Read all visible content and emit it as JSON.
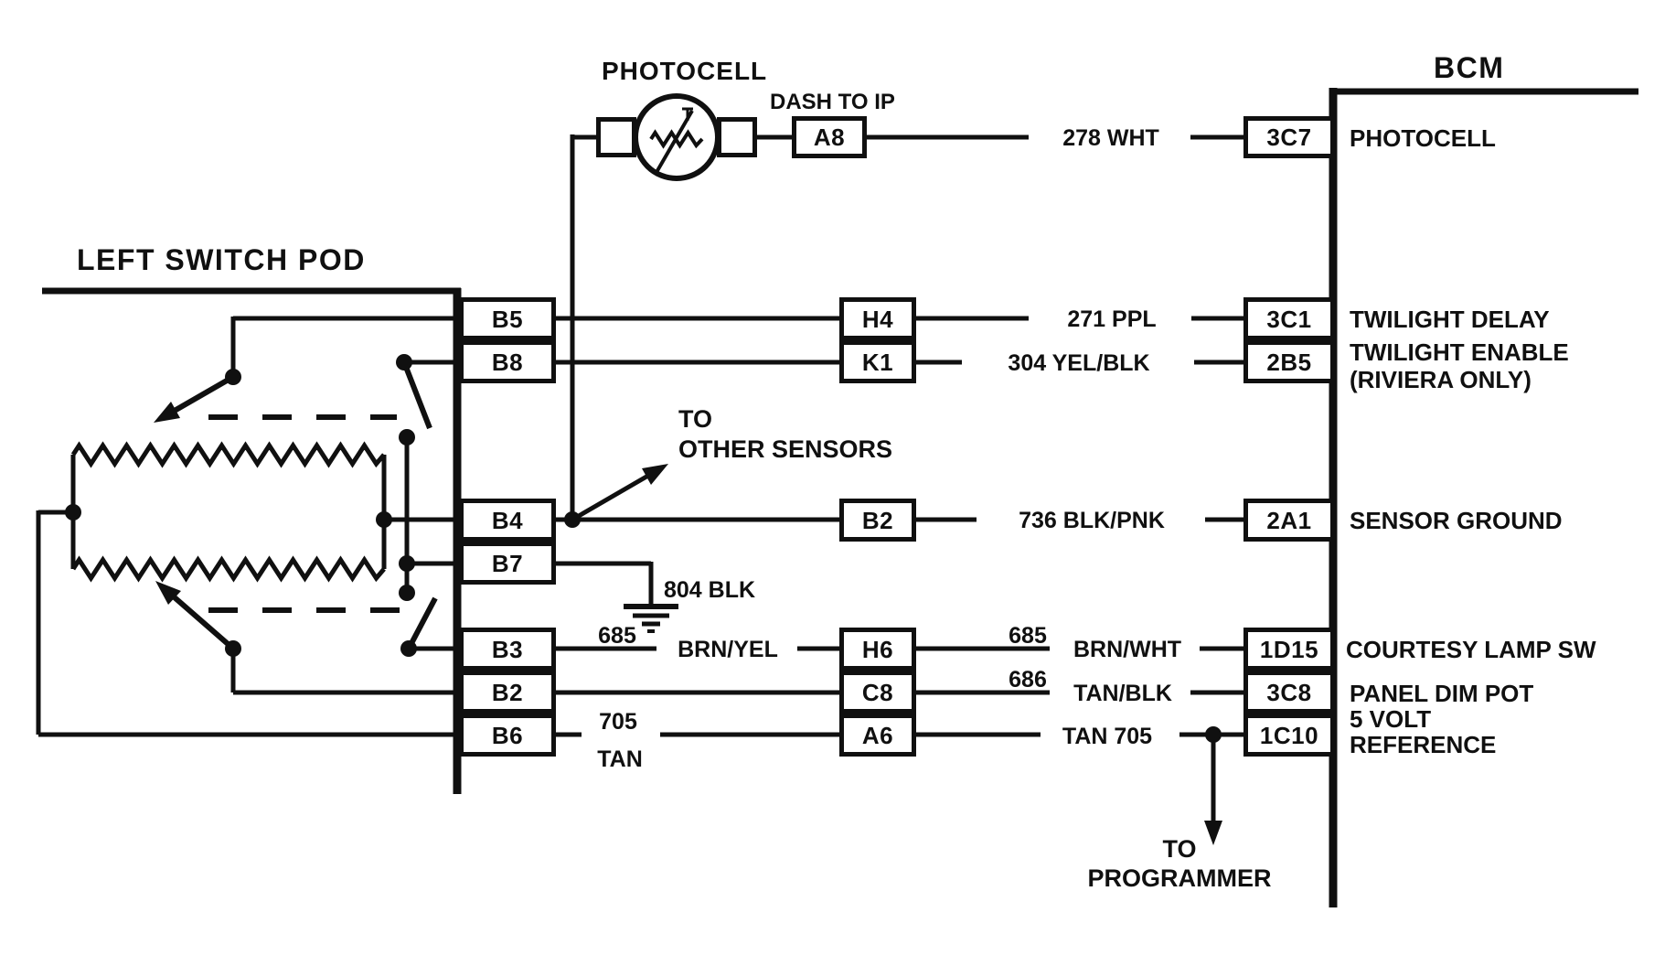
{
  "pod": {
    "title": "LEFT SWITCH POD",
    "terminals": {
      "b5": "B5",
      "b8": "B8",
      "b4": "B4",
      "b7": "B7",
      "b3": "B3",
      "b2": "B2",
      "b6": "B6"
    }
  },
  "photocell": {
    "title": "PHOTOCELL",
    "harness": "DASH TO IP",
    "terminal": "A8"
  },
  "inline_terminals": {
    "h4": "H4",
    "k1": "K1",
    "b2": "B2",
    "h6": "H6",
    "c8": "C8",
    "a6": "A6"
  },
  "bcm": {
    "title": "BCM",
    "pins": {
      "photocell": {
        "terminal": "3C7",
        "label": "PHOTOCELL"
      },
      "twilight_delay": {
        "terminal": "3C1",
        "label": "TWILIGHT DELAY"
      },
      "twilight_enable": {
        "terminal": "2B5",
        "label": "TWILIGHT ENABLE",
        "label2": "(RIVIERA ONLY)"
      },
      "sensor_ground": {
        "terminal": "2A1",
        "label": "SENSOR GROUND"
      },
      "courtesy_lamp": {
        "terminal": "1D15",
        "label": "COURTESY LAMP SW"
      },
      "panel_dim": {
        "terminal": "3C8",
        "label": "PANEL DIM POT"
      },
      "five_volt": {
        "terminal": "1C10",
        "label": "5 VOLT",
        "label2": "REFERENCE"
      }
    }
  },
  "wires": {
    "photocell_signal": "278 WHT",
    "twilight_delay": "271 PPL",
    "twilight_enable": "304 YEL/BLK",
    "sensor_ground": "736 BLK/PNK",
    "pod_ground": "804 BLK",
    "courtesy_num_left": "685",
    "courtesy_color_left": "BRN/YEL",
    "courtesy_num_right": "685",
    "courtesy_color_right": "BRN/WHT",
    "panel_dim_num": "686",
    "panel_dim_color": "TAN/BLK",
    "five_volt_num": "705",
    "five_volt_color": "TAN",
    "five_volt_right": "TAN 705"
  },
  "annotations": {
    "other_sensors_line1": "TO",
    "other_sensors_line2": "OTHER SENSORS",
    "programmer_line1": "TO",
    "programmer_line2": "PROGRAMMER"
  }
}
